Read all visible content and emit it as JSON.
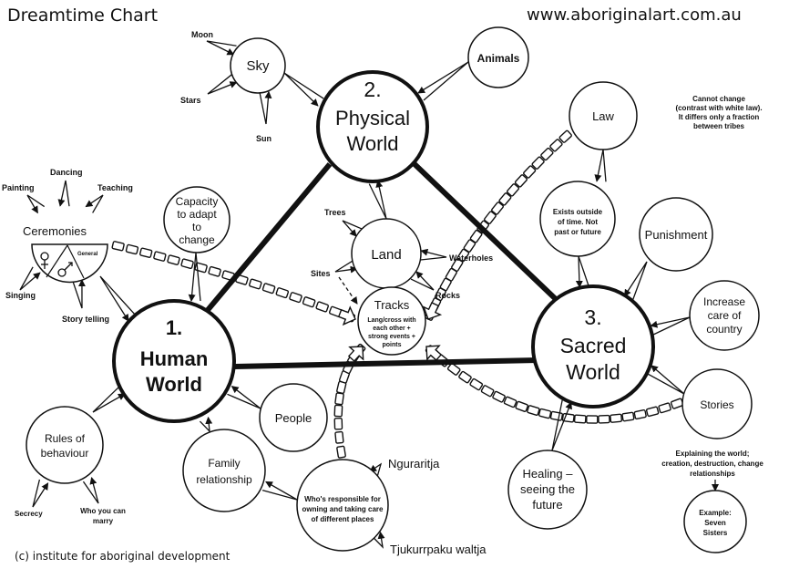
{
  "header": {
    "title": "Dreamtime Chart",
    "website": "www.aboriginalart.com.au"
  },
  "footer": {
    "copyright": "(c) institute for aboriginal development"
  },
  "colors": {
    "ink": "#111111",
    "background": "#ffffff"
  },
  "worlds": {
    "human": {
      "number": "1.",
      "line1": "Human",
      "line2": "World"
    },
    "physical": {
      "number": "2.",
      "line1": "Physical",
      "line2": "World"
    },
    "sacred": {
      "number": "3.",
      "line1": "Sacred",
      "line2": "World"
    }
  },
  "nodes": {
    "sky": "Sky",
    "animals": "Animals",
    "land": "Land",
    "law": "Law",
    "punishment": "Punishment",
    "exists": [
      "Exists outside",
      "of time. Not",
      "past or future"
    ],
    "increase": [
      "Increase",
      "care of",
      "country"
    ],
    "stories": "Stories",
    "healing": [
      "Healing –",
      "seeing the",
      "future"
    ],
    "seven_sisters": [
      "Example:",
      "Seven",
      "Sisters"
    ],
    "people": "People",
    "family": [
      "Family",
      "relationship"
    ],
    "rules": [
      "Rules of",
      "behaviour"
    ],
    "capacity": [
      "Capacity",
      "to adapt",
      "to",
      "change"
    ],
    "tracks_title": "Tracks",
    "tracks_desc": [
      "Lang/cross with",
      "each other +",
      "strong events +",
      "points"
    ],
    "responsible": [
      "Who's responsible for",
      "owning and taking care",
      "of different places"
    ],
    "ceremonies": "Ceremonies",
    "ceremonies_general": "General"
  },
  "labels": {
    "moon": "Moon",
    "stars": "Stars",
    "sun": "Sun",
    "trees": "Trees",
    "sites": "Sites",
    "waterholes": "Waterholes",
    "rocks": "Rocks",
    "painting": "Painting",
    "dancing": "Dancing",
    "teaching": "Teaching",
    "singing": "Singing",
    "story_telling": "Story telling",
    "secrecy": "Secrecy",
    "who_marry": [
      "Who you can",
      "marry"
    ],
    "ngararitja": "Nguraritja",
    "tjukurrpaku": "Tjukurrpaku waltja",
    "law_note": [
      "Cannot change",
      "(contrast with white law).",
      "It differs only a fraction",
      "between tribes"
    ],
    "stories_note": [
      "Explaining the world;",
      "creation, destruction, change",
      "relationships"
    ]
  }
}
